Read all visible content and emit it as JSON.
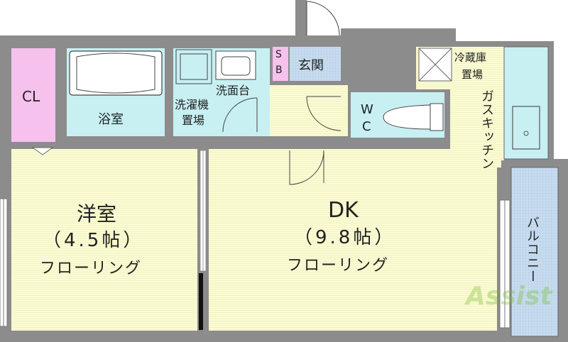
{
  "rooms": {
    "closet": {
      "label": "CL"
    },
    "bath": {
      "label": "浴室"
    },
    "washer": {
      "line1": "洗濯機",
      "line2": "置場"
    },
    "washbasin": {
      "label": "洗面台"
    },
    "shoebox": {
      "line1": "S",
      "line2": "B"
    },
    "entrance": {
      "label": "玄関"
    },
    "wc": {
      "line1": "W",
      "line2": "C"
    },
    "fridge": {
      "line1": "冷蔵庫",
      "line2": "置場"
    },
    "kitchen": {
      "label": "ガスキッチン"
    },
    "balcony": {
      "label": "バルコニー"
    },
    "western": {
      "name": "洋室",
      "size": "（4.5帖）",
      "floor": "フローリング"
    },
    "dk": {
      "name": "DK",
      "size": "（9.8帖）",
      "floor": "フローリング"
    }
  },
  "watermark": {
    "text": "Assist"
  },
  "colors": {
    "wall": "#8c8c8c",
    "floor": "#fafad2",
    "wet": "#c8f0f3",
    "closet": "#f6c1ec",
    "entrance": "#b8cdf0",
    "balcony": "#cfe2f0"
  }
}
